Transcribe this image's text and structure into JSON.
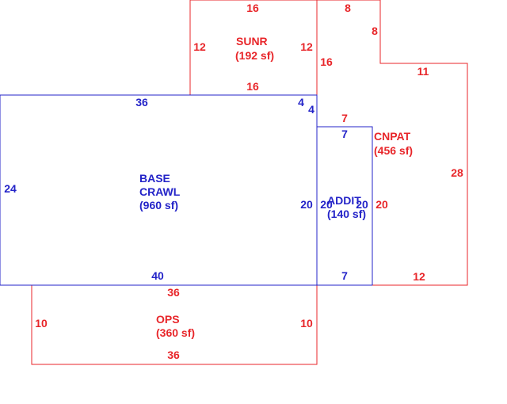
{
  "colors": {
    "red": "#e8262a",
    "blue": "#2323c8"
  },
  "areas": {
    "sunr": {
      "name": "SUNR",
      "area": "(192 sf)"
    },
    "cnpat": {
      "name": "CNPAT",
      "area": "(456 sf)"
    },
    "base": {
      "name1": "BASE",
      "name2": "CRAWL",
      "area": "(960 sf)"
    },
    "addit": {
      "name": "ADDIT",
      "area": "(140 sf)"
    },
    "ops": {
      "name": "OPS",
      "area": "(360 sf)"
    }
  },
  "dims": {
    "sunr_top": "16",
    "sunr_left": "12",
    "sunr_right": "12",
    "sunr_bottom": "16",
    "cn_top": "8",
    "cn_step_v": "8",
    "cn_left": "16",
    "cn_step_h": "11",
    "cn_inner": "7",
    "cn_right": "28",
    "cn_bottom": "12",
    "cn_addit_side": "20",
    "base_top": "36",
    "base_left": "24",
    "base_bottom": "40",
    "base_right": "20",
    "base_notch_h": "4",
    "base_notch_v": "4",
    "addit_top": "7",
    "addit_left": "20",
    "addit_right": "20",
    "addit_bottom": "7",
    "ops_top": "36",
    "ops_left": "10",
    "ops_right": "10",
    "ops_bottom": "36"
  }
}
